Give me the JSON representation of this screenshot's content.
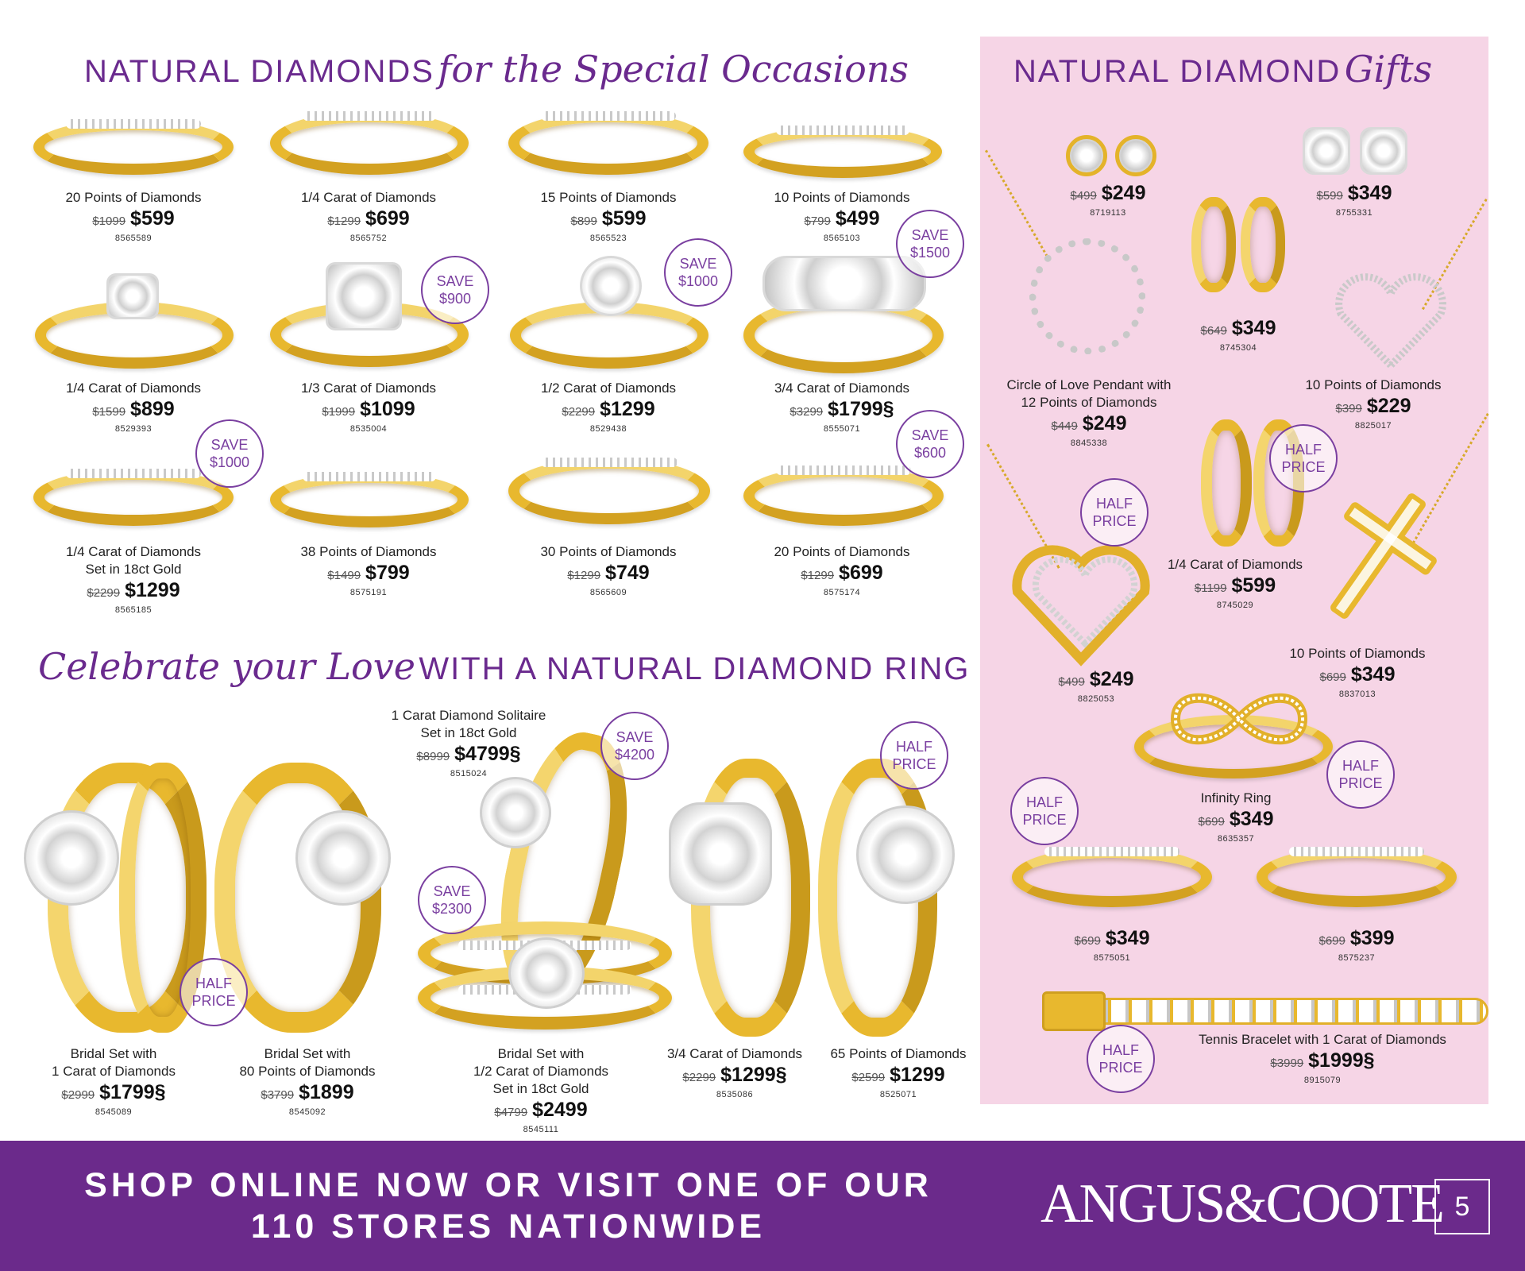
{
  "headings": {
    "special_caps": "NATURAL DIAMONDS",
    "special_script": "for the Special Occasions",
    "gifts_caps": "NATURAL DIAMOND",
    "gifts_script": "Gifts",
    "celebrate_script": "Celebrate your Love",
    "celebrate_caps": "WITH A NATURAL DIAMOND RING"
  },
  "rings_grid": [
    {
      "name": "20 Points of Diamonds",
      "was": "$1099",
      "now": "$599",
      "code": "8565589"
    },
    {
      "name": "1/4 Carat of Diamonds",
      "was": "$1299",
      "now": "$699",
      "code": "8565752"
    },
    {
      "name": "15 Points of Diamonds",
      "was": "$899",
      "now": "$599",
      "code": "8565523"
    },
    {
      "name": "10 Points of Diamonds",
      "was": "$799",
      "now": "$499",
      "code": "8565103"
    },
    {
      "name": "1/4 Carat of Diamonds",
      "was": "$1599",
      "now": "$899",
      "code": "8529393"
    },
    {
      "name": "1/3 Carat of Diamonds",
      "was": "$1999",
      "now": "$1099",
      "code": "8535004"
    },
    {
      "name": "1/2 Carat of Diamonds",
      "was": "$2299",
      "now": "$1299",
      "code": "8529438"
    },
    {
      "name": "3/4 Carat of Diamonds",
      "was": "$3299",
      "now": "$1799§",
      "code": "8555071"
    },
    {
      "name": "1/4 Carat of Diamonds",
      "name2": "Set in 18ct Gold",
      "was": "$2299",
      "now": "$1299",
      "code": "8565185"
    },
    {
      "name": "38 Points of Diamonds",
      "was": "$1499",
      "now": "$799",
      "code": "8575191"
    },
    {
      "name": "30 Points of Diamonds",
      "was": "$1299",
      "now": "$749",
      "code": "8565609"
    },
    {
      "name": "20 Points of Diamonds",
      "was": "$1299",
      "now": "$699",
      "code": "8575174"
    }
  ],
  "badges": {
    "save900": [
      "SAVE",
      "$900"
    ],
    "save1000a": [
      "SAVE",
      "$1000"
    ],
    "save1500": [
      "SAVE",
      "$1500"
    ],
    "save1000b": [
      "SAVE",
      "$1000"
    ],
    "save600": [
      "SAVE",
      "$600"
    ],
    "save4200": [
      "SAVE",
      "$4200"
    ],
    "save2300": [
      "SAVE",
      "$2300"
    ],
    "half_a": [
      "HALF",
      "PRICE"
    ],
    "half_b": [
      "HALF",
      "PRICE"
    ],
    "half_c": [
      "HALF",
      "PRICE"
    ],
    "half_d": [
      "HALF",
      "PRICE"
    ],
    "half_e": [
      "HALF",
      "PRICE"
    ],
    "half_f": [
      "HALF",
      "PRICE"
    ],
    "half_g": [
      "HALF",
      "PRICE"
    ]
  },
  "celebrate": {
    "solitaire": {
      "name": "1 Carat Diamond Solitaire",
      "name2": "Set in 18ct Gold",
      "was": "$8999",
      "now": "$4799§",
      "code": "8515024"
    },
    "bridal1": {
      "name": "Bridal Set with",
      "name2": "1 Carat of Diamonds",
      "was": "$2999",
      "now": "$1799§",
      "code": "8545089"
    },
    "bridal80": {
      "name": "Bridal Set with",
      "name2": "80 Points of Diamonds",
      "was": "$3799",
      "now": "$1899",
      "code": "8545092"
    },
    "bridal_half": {
      "name": "Bridal Set with",
      "name2": "1/2 Carat of Diamonds",
      "name3": "Set in 18ct Gold",
      "was": "$4799",
      "now": "$2499",
      "code": "8545111"
    },
    "three_quarter": {
      "name": "3/4 Carat of Diamonds",
      "was": "$2299",
      "now": "$1299§",
      "code": "8535086"
    },
    "sixty_five": {
      "name": "65 Points of Diamonds",
      "was": "$2599",
      "now": "$1299",
      "code": "8525071"
    }
  },
  "gifts": {
    "studs1": {
      "was": "$499",
      "now": "$249",
      "code": "8719113"
    },
    "studs2": {
      "was": "$599",
      "now": "$349",
      "code": "8755331"
    },
    "hoops1": {
      "was": "$649",
      "now": "$349",
      "code": "8745304"
    },
    "circle": {
      "name": "Circle of Love Pendant with",
      "name2": "12 Points of Diamonds",
      "was": "$449",
      "now": "$249",
      "code": "8845338"
    },
    "heart_outline": {
      "name": "10 Points of Diamonds",
      "was": "$399",
      "now": "$229",
      "code": "8825017"
    },
    "hoops2": {
      "name": "1/4 Carat of Diamonds",
      "was": "$1199",
      "now": "$599",
      "code": "8745029"
    },
    "heart_pendant": {
      "was": "$499",
      "now": "$249",
      "code": "8825053"
    },
    "cross": {
      "name": "10 Points of Diamonds",
      "was": "$699",
      "now": "$349",
      "code": "8837013"
    },
    "infinity": {
      "name": "Infinity Ring",
      "was": "$699",
      "now": "$349",
      "code": "8635357"
    },
    "crossover_ring": {
      "was": "$699",
      "now": "$349",
      "code": "8575051"
    },
    "wishbone_ring": {
      "was": "$699",
      "now": "$399",
      "code": "8575237"
    },
    "bracelet": {
      "name": "Tennis Bracelet with 1 Carat of Diamonds",
      "was": "$3999",
      "now": "$1999§",
      "code": "8915079"
    }
  },
  "footer": {
    "line1": "SHOP ONLINE NOW OR VISIT ONE OF OUR",
    "line2": "110 STORES NATIONWIDE",
    "logo": "ANGUS&COOTE",
    "page": "5"
  }
}
